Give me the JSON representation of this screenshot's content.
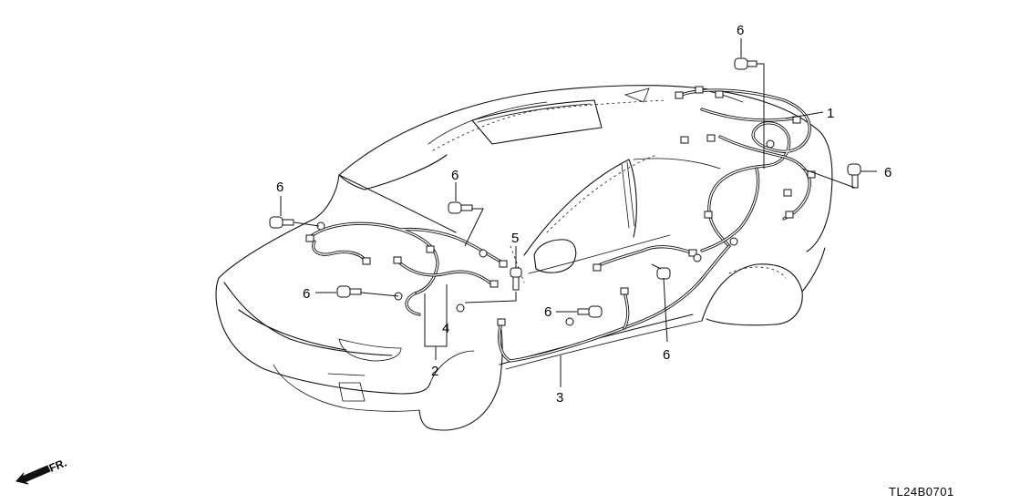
{
  "parts": [
    {
      "id": "part-1",
      "number": "1"
    },
    {
      "id": "part-2",
      "number": "2"
    },
    {
      "id": "part-3",
      "number": "3"
    },
    {
      "id": "part-4",
      "number": "4"
    },
    {
      "id": "part-5",
      "number": "5"
    },
    {
      "id": "part-6a",
      "number": "6"
    },
    {
      "id": "part-6b",
      "number": "6"
    },
    {
      "id": "part-6c",
      "number": "6"
    },
    {
      "id": "part-6d",
      "number": "6"
    },
    {
      "id": "part-6e",
      "number": "6"
    },
    {
      "id": "part-6f",
      "number": "6"
    },
    {
      "id": "part-6g",
      "number": "6"
    }
  ],
  "front_indicator": "FR.",
  "diagram_code": "TL24B0701",
  "icons": [
    "front-arrow-icon",
    "bolt-icon",
    "grommet-icon",
    "connector-icon"
  ]
}
